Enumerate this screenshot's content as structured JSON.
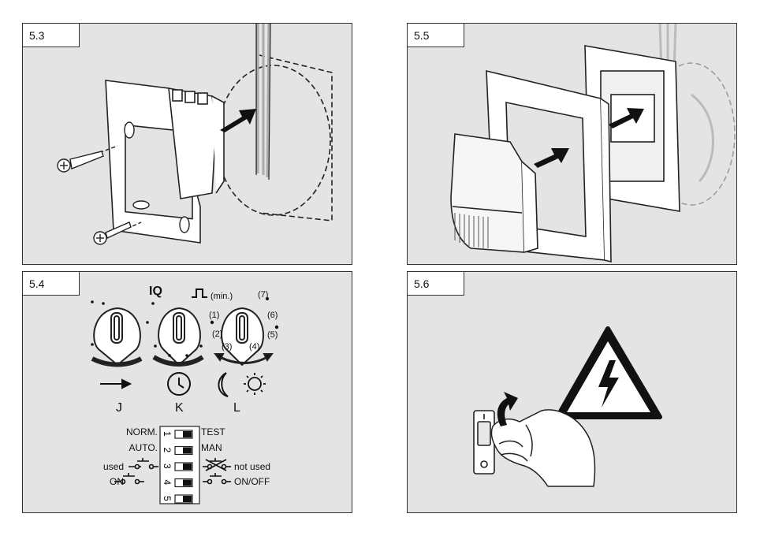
{
  "panels": {
    "p53": {
      "label": "5.3"
    },
    "p55": {
      "label": "5.5"
    },
    "p54": {
      "label": "5.4",
      "dial_j": {
        "letter": "J"
      },
      "dial_k": {
        "letter": "K",
        "mode": "IQ"
      },
      "dial_l": {
        "letter": "L",
        "unit": "(min.)",
        "steps": [
          "(1)",
          "(2)",
          "(3)",
          "(4)",
          "(5)",
          "(6)",
          "(7)"
        ]
      },
      "switches": [
        {
          "num": "1",
          "left": "NORM.",
          "right": "TEST",
          "state": "right"
        },
        {
          "num": "2",
          "left": "AUTO.",
          "right": "MAN",
          "state": "right"
        },
        {
          "num": "3",
          "left": "used",
          "right": "not used",
          "state": "right"
        },
        {
          "num": "4",
          "left": "ON",
          "right": "ON/OFF",
          "state": "right"
        },
        {
          "num": "5",
          "left": "",
          "right": "",
          "state": "right"
        }
      ]
    },
    "p56": {
      "label": "5.6"
    }
  },
  "colors": {
    "panel_bg": "#e4e4e4",
    "line": "#222222",
    "white": "#ffffff"
  }
}
